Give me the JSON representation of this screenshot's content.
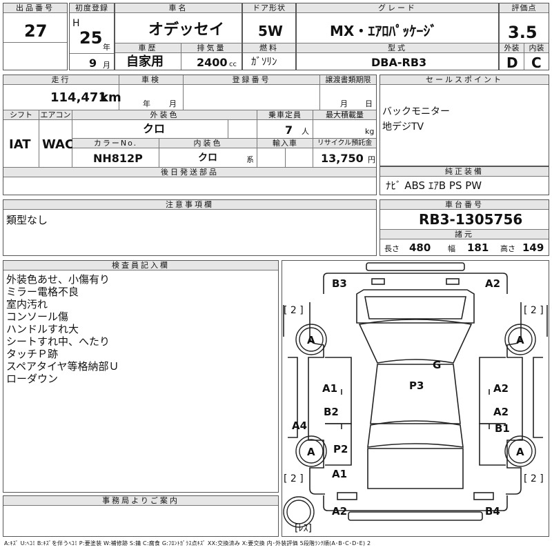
{
  "header": {
    "lot_label": "出品番号",
    "lot": "27",
    "reg_label": "初度登録",
    "era": "H",
    "year": "25",
    "year_unit": "年",
    "month": "9",
    "month_unit": "月",
    "car_label": "車名",
    "car": "オデッセイ",
    "history_label": "車歴",
    "history": "自家用",
    "displacement_label": "排気量",
    "displacement": "2400",
    "displacement_unit": "cc",
    "door_label": "ドア形状",
    "door": "5W",
    "fuel_label": "燃料",
    "fuel": "ｶﾞｿﾘﾝ",
    "grade_label": "グレード",
    "grade": "MX・ｴｱﾛﾊﾟｯｹｰｼﾞ",
    "model_label": "型式",
    "model": "DBA-RB3",
    "score_label": "評価点",
    "score": "3.5",
    "ext_label": "外装",
    "ext": "D",
    "int_label": "内装",
    "int": "C"
  },
  "details": {
    "mileage_label": "走行",
    "mileage": "114,471",
    "mileage_unit": "km",
    "inspection_label": "車検",
    "insp_year_unit": "年",
    "insp_month_unit": "月",
    "reg_no_label": "登録番号",
    "transfer_label": "譲渡書類期限",
    "transfer_month_unit": "月",
    "transfer_day_unit": "日",
    "shift_label": "シフト",
    "shift": "IAT",
    "ac_label": "エアコン",
    "ac": "WAC",
    "ext_color_label": "外装色",
    "ext_color": "クロ",
    "capacity_label": "乗車定員",
    "capacity": "7",
    "capacity_unit": "人",
    "load_label": "最大積載量",
    "load_unit": "kg",
    "color_no_label": "カラーNo.",
    "color_no": "NH812P",
    "int_color_label": "内装色",
    "int_color": "クロ",
    "int_color_unit": "系",
    "import_label": "輸入車",
    "recycle_label": "リサイクル預託金",
    "recycle": "13,750",
    "recycle_unit": "円",
    "later_label": "後日発送部品"
  },
  "sales_points": {
    "label": "セールスポイント",
    "items": [
      "バックモニター",
      "地デジTV"
    ]
  },
  "equipment": {
    "label": "純正装備",
    "value": "ﾅﾋﾞ ABS ｴｱB PS PW"
  },
  "notes": {
    "label": "注意事項欄",
    "value": "類型なし"
  },
  "chassis": {
    "label": "車台番号",
    "value": "RB3-1305756",
    "spec_label": "諸元",
    "length_label": "長さ",
    "length": "480",
    "width_label": "幅",
    "width": "181",
    "height_label": "高さ",
    "height": "149"
  },
  "inspector": {
    "label": "検査員記入欄",
    "lines": [
      "外装色あせ、小傷有り",
      "ミラー電格不良",
      "室内汚れ",
      "コンソール傷",
      "ハンドルすれ大",
      "シートすれ中、へたり",
      "タッチＰ跡",
      "スペアタイヤ等格納部Ｕ",
      "ローダウン"
    ]
  },
  "office": {
    "label": "事務局よりご案内"
  },
  "diagram": {
    "b3": "B3",
    "a2_top": "A2",
    "g": "G",
    "p3": "P3",
    "a1_left": "A1",
    "b2": "B2",
    "a4": "A4",
    "p2": "P2",
    "a1_bottom": "A1",
    "a2_right_upper": "A2",
    "a2_right_lower": "A2",
    "b1": "B1",
    "a2_bottom": "A2",
    "b4": "B4",
    "tire_fl": "A",
    "tire_fr": "A",
    "tire_rl": "A",
    "tire_rr": "A",
    "tread_fl": "[ 2 ]",
    "tread_fr": "[ 2 ]",
    "tread_rl": "[ 2 ]",
    "tread_rr": "[ 2 ]",
    "spare": "[ﾚｽ]"
  },
  "legend": "A:ｷｽﾞ U:ﾍｺﾐ B:ｷｽﾞを伴うﾍｺﾐ P:要塗装 W:補修跡 S:錆 C:腐食 G:ﾌﾛﾝﾄｶﾞﾗｽ点ｷｽﾞ XX:交換済み X:要交換 内･外装評価 5段階ﾗﾝｸ順(A･B･C･D･E) 2"
}
